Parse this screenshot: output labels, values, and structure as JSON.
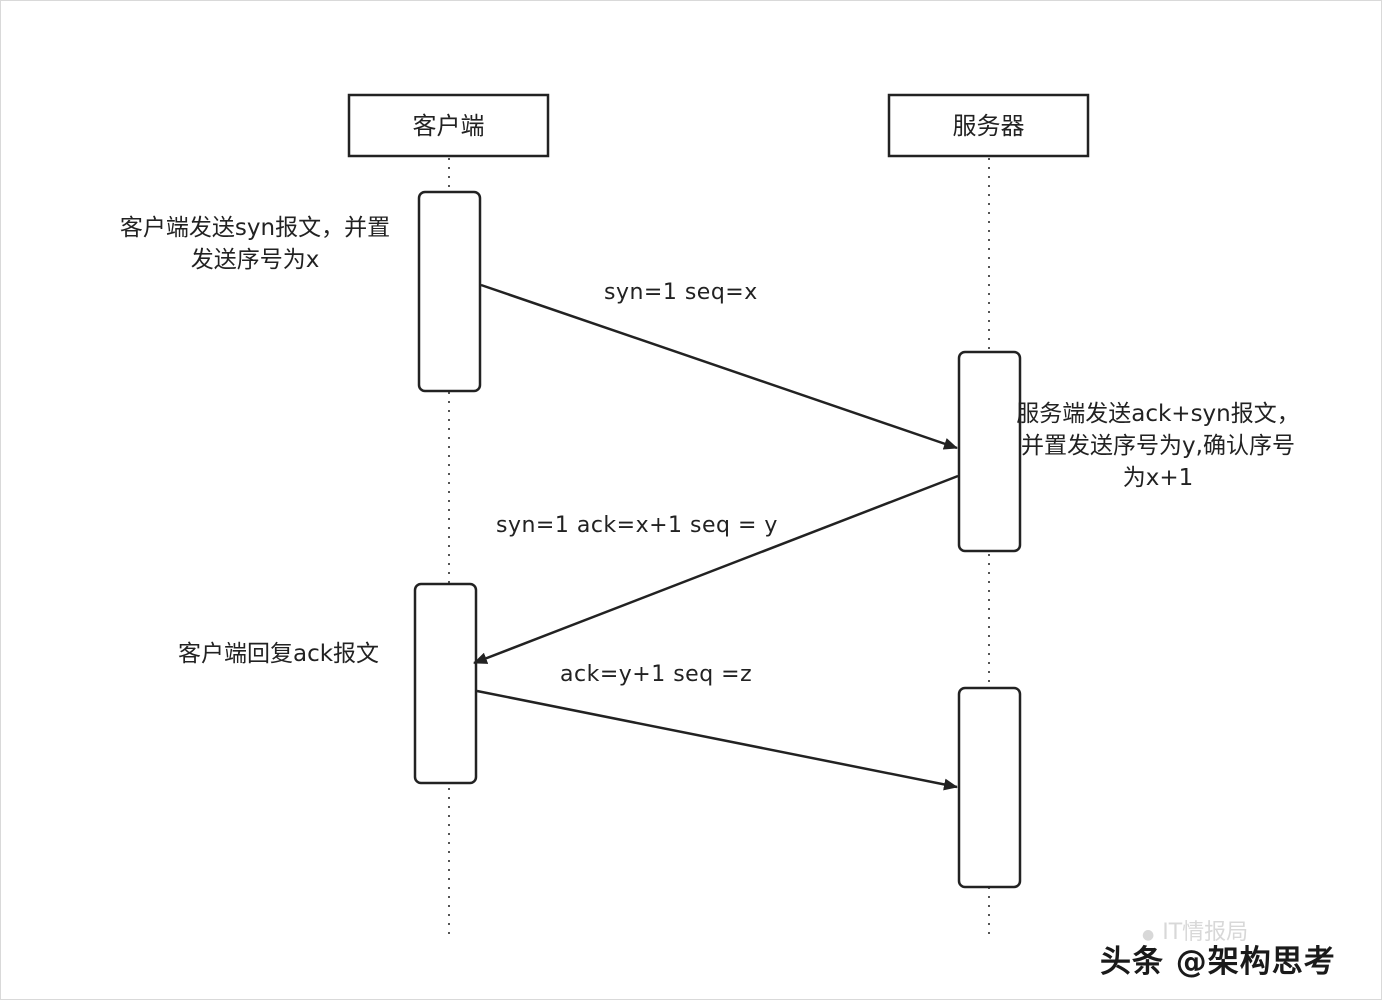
{
  "participants": {
    "client": "客户端",
    "server": "服务器"
  },
  "messages": {
    "m1": "syn=1 seq=x",
    "m2": "syn=1 ack=x+1 seq = y",
    "m3": "ack=y+1 seq =z"
  },
  "notes": {
    "client_send_line1": "客户端发送syn报文，并置",
    "client_send_line2": "发送序号为x",
    "server_reply_line1": "服务端发送ack+syn报文，",
    "server_reply_line2": "并置发送序号为y,确认序号",
    "server_reply_line3": "为x+1",
    "client_ack": "客户端回复ack报文"
  },
  "watermark": {
    "faint": "IT情报局",
    "main": "头条 @架构思考"
  },
  "colors": {
    "stroke": "#222222",
    "lifeline": "#555555",
    "background": "#ffffff"
  }
}
